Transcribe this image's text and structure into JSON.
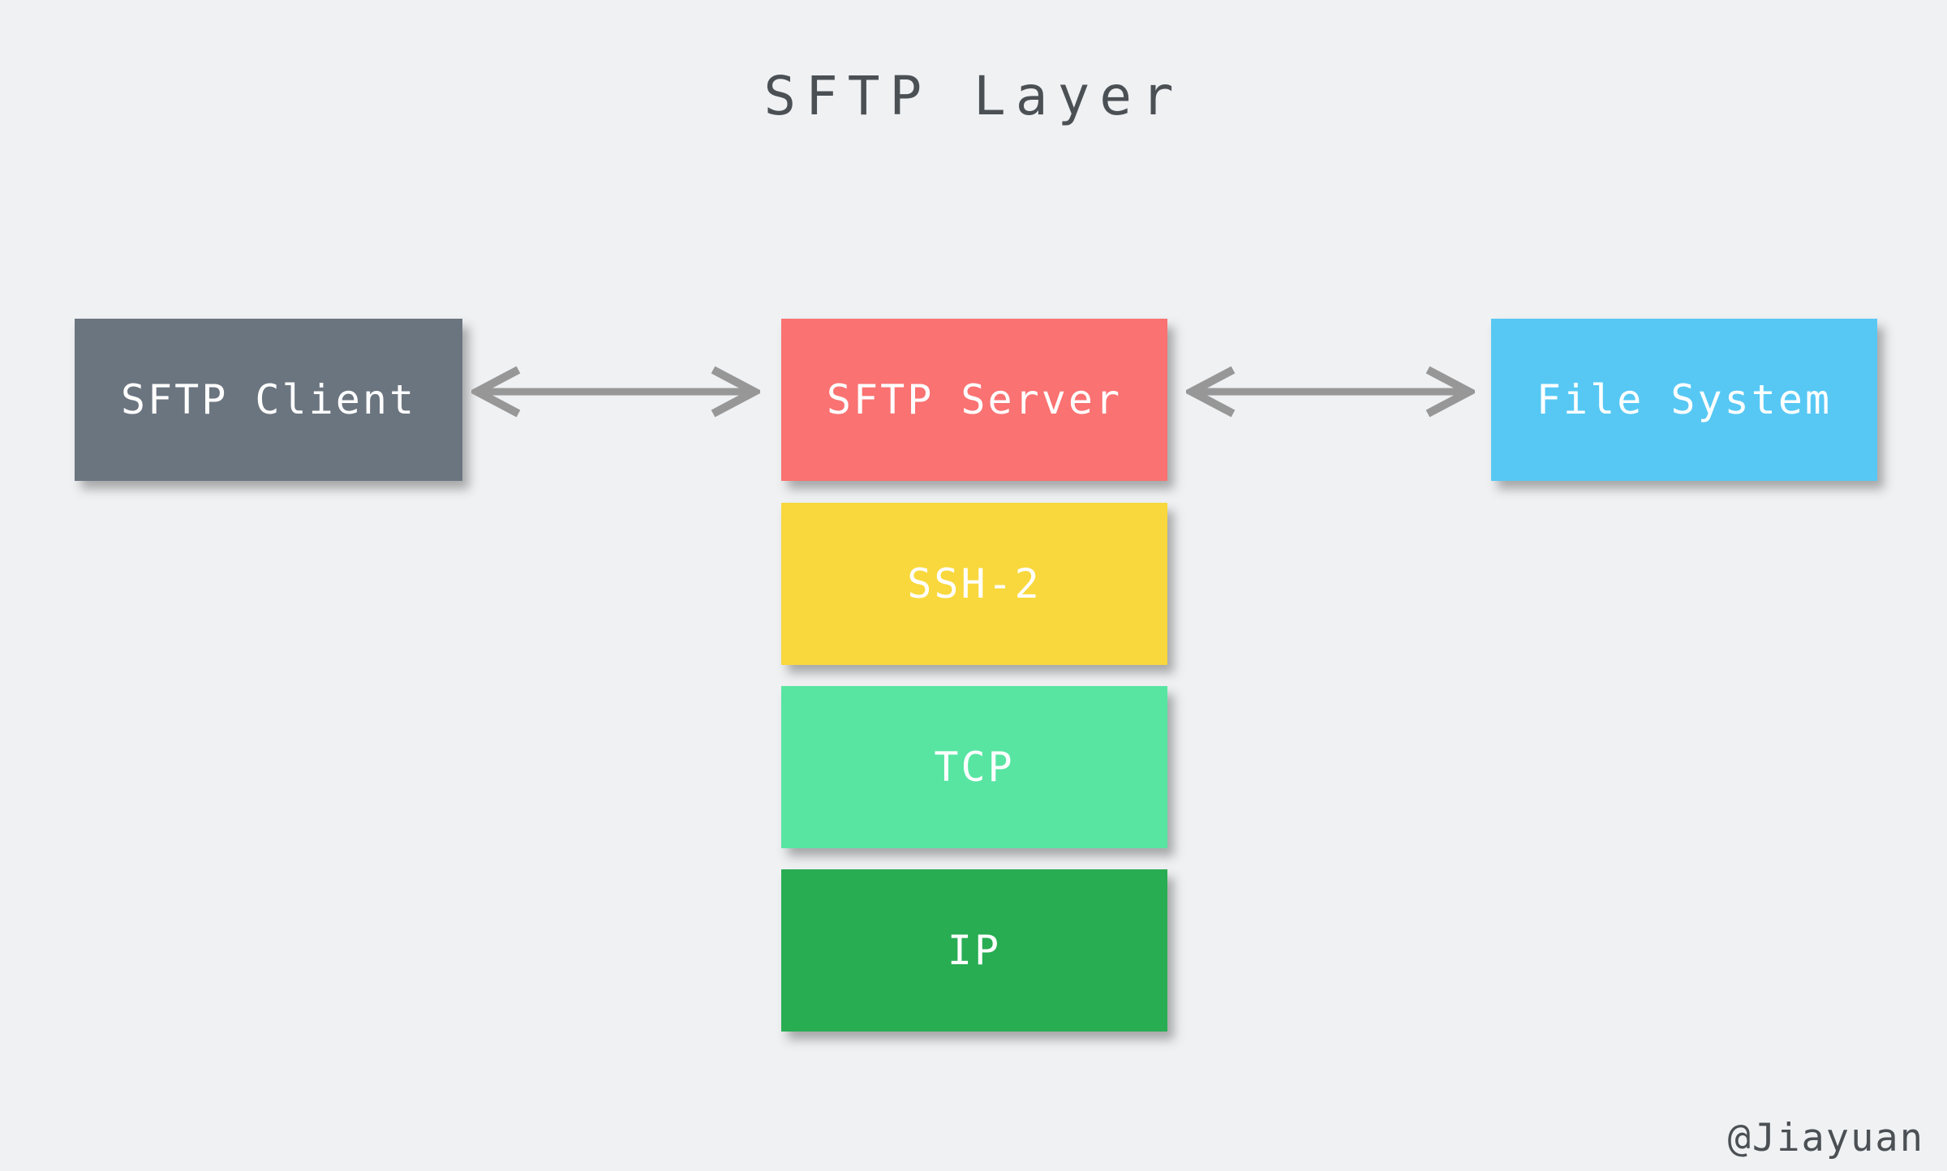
{
  "title": "SFTP Layer",
  "watermark": "@Jiayuan",
  "colors": {
    "background": "#EFF1F3",
    "arrow": "#979797",
    "heading_text": "#4B5055",
    "node_text": "#FFFFFF",
    "client": "#6B7580",
    "server": "#FA7272",
    "file_system": "#57C8F4",
    "ssh2": "#F8D83C",
    "tcp": "#58E5A2",
    "ip": "#28AD53"
  },
  "nodes": {
    "client": {
      "label": "SFTP Client"
    },
    "server": {
      "label": "SFTP Server"
    },
    "file_system": {
      "label": "File System"
    },
    "ssh2": {
      "label": "SSH-2"
    },
    "tcp": {
      "label": "TCP"
    },
    "ip": {
      "label": "IP"
    }
  },
  "arrows": [
    {
      "name": "client-server",
      "type": "double-headed"
    },
    {
      "name": "server-filesystem",
      "type": "double-headed"
    }
  ]
}
